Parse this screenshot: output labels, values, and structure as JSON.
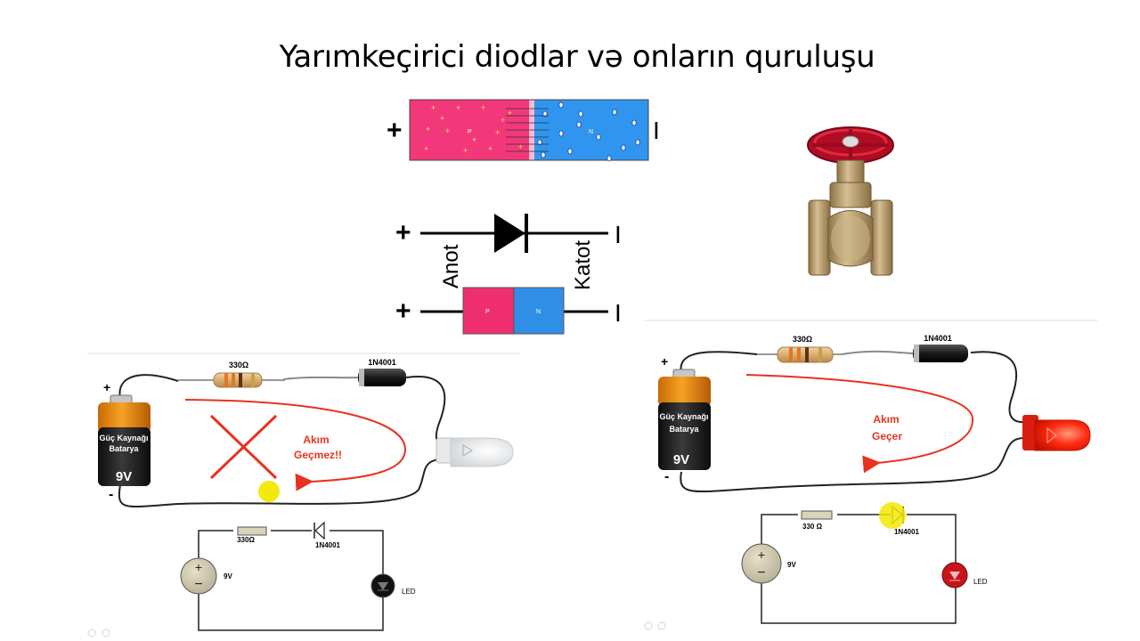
{
  "slide": {
    "title": "Yarımkeçirici diodlar və onların quruluşu"
  },
  "pn_junction": {
    "plus": "+",
    "minus": "I",
    "p_label": "P",
    "n_label": "N",
    "p_color": "#f2387a",
    "n_color": "#2f95ee"
  },
  "diode_symbol": {
    "plus": "+",
    "minus": "I",
    "anode_label": "Anot",
    "cathode_label": "Katot",
    "block_p": "P",
    "block_n": "N",
    "block_p_color": "#ee2e6e",
    "block_n_color": "#2f8fe6"
  },
  "circuit_left": {
    "battery_plus": "+",
    "battery_minus": "-",
    "battery_text_1": "Güç Kaynağı",
    "battery_text_2": "Batarya",
    "battery_voltage": "9V",
    "resistor_label": "330Ω",
    "diode_label": "1N4001",
    "current_label_1": "Akım",
    "current_label_2": "Geçmez!!",
    "schem_resistor_label": "330Ω",
    "schem_diode_label": "1N4001",
    "schem_voltage": "9V",
    "schem_led_label": "LED",
    "led_state": "off",
    "cross_color": "#e8321f"
  },
  "circuit_right": {
    "battery_plus": "+",
    "battery_minus": "-",
    "battery_text_1": "Güç Kaynağı",
    "battery_text_2": "Batarya",
    "battery_voltage": "9V",
    "resistor_label": "330Ω",
    "diode_label": "1N4001",
    "current_label_1": "Akım",
    "current_label_2": "Geçer",
    "schem_resistor_label": "330 Ω",
    "schem_diode_label": "1N4001",
    "schem_voltage": "9V",
    "schem_led_label": "LED",
    "led_state": "on",
    "led_color": "#ff2a12"
  },
  "colors": {
    "arrow_red": "#e8321f",
    "battery_orange": "#f08a12",
    "battery_black": "#1b1b1b",
    "valve_red": "#c8102e",
    "valve_brass": "#b69a6e"
  }
}
